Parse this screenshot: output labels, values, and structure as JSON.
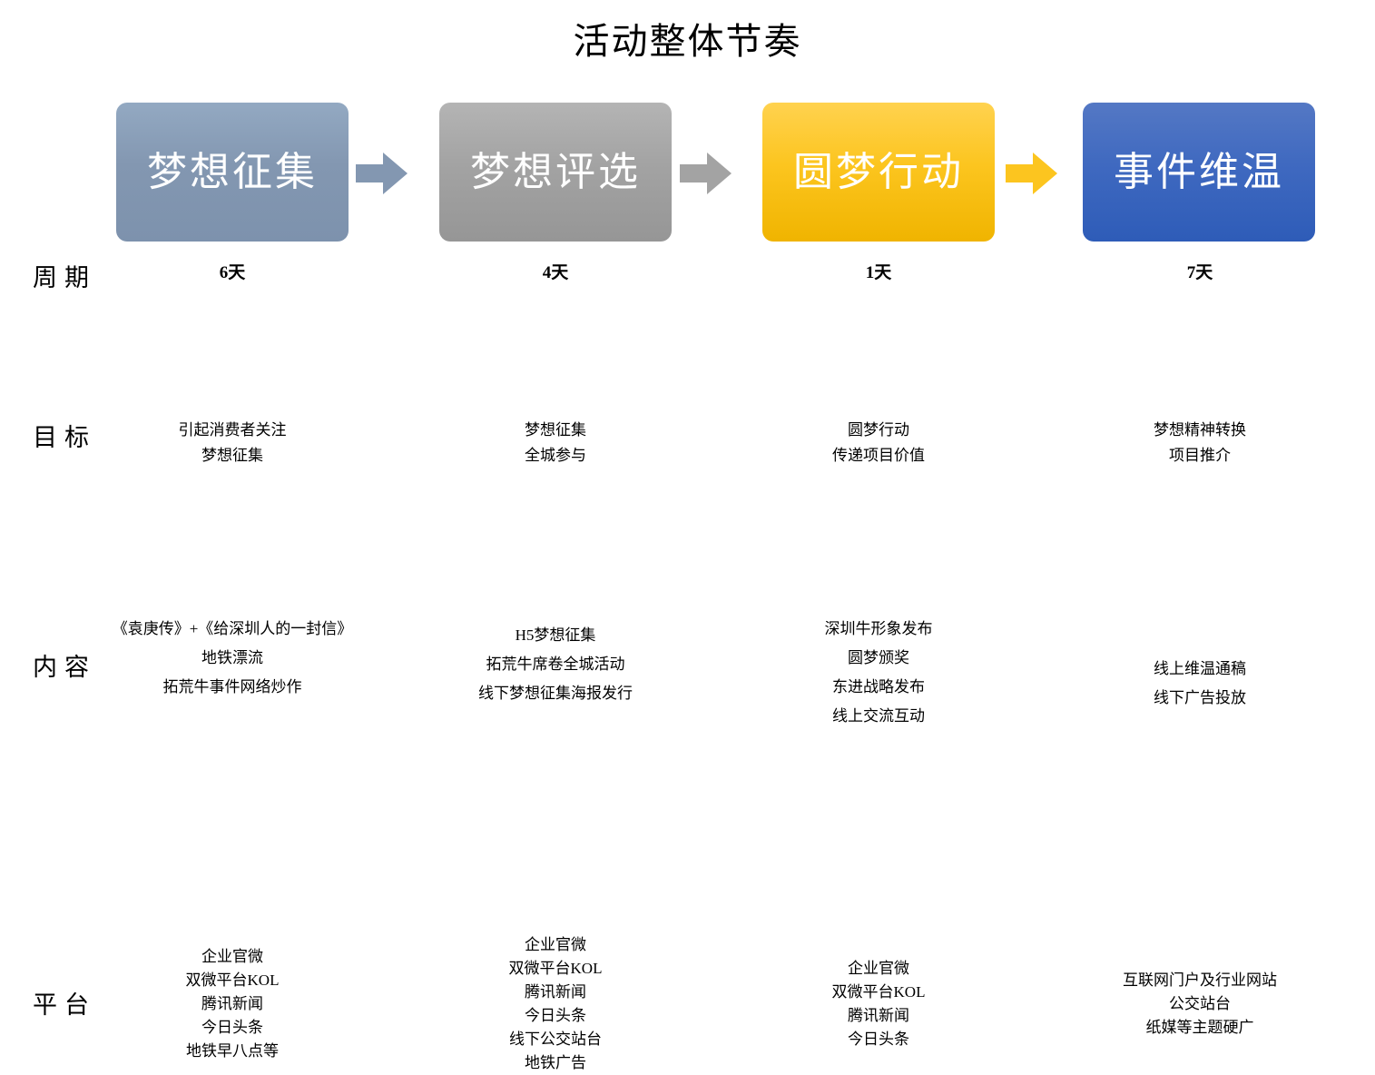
{
  "slide": {
    "title": "活动整体节奏"
  },
  "stages": [
    {
      "label": "梦想征集",
      "color": "#8397b1",
      "arrow_color": "#8397b1",
      "arrow_icon": "right-block-arrow-icon"
    },
    {
      "label": "梦想评选",
      "color": "#a3a3a3",
      "arrow_color": "#a3a3a3",
      "arrow_icon": "right-block-arrow-icon"
    },
    {
      "label": "圆梦行动",
      "color": "#fcc51f",
      "arrow_color": "#fcc51f",
      "arrow_icon": "right-block-arrow-icon"
    },
    {
      "label": "事件维温",
      "color": "#3f69c0",
      "arrow_color": "",
      "arrow_icon": ""
    }
  ],
  "rows": [
    {
      "key": "period",
      "label": "周期",
      "cells": [
        "6天",
        "4天",
        "1天",
        "7天"
      ]
    },
    {
      "key": "goal",
      "label": "目标",
      "cells": [
        "引起消费者关注\n梦想征集",
        "梦想征集\n全城参与",
        "圆梦行动\n传递项目价值",
        "梦想精神转换\n项目推介"
      ]
    },
    {
      "key": "content",
      "label": "内容",
      "cells": [
        "《袁庚传》+《给深圳人的一封信》地铁漂流\n拓荒牛事件网络炒作",
        "H5梦想征集\n拓荒牛席卷全城活动\n线下梦想征集海报发行",
        "深圳牛形象发布\n圆梦颁奖\n东进战略发布\n线上交流互动",
        "线上维温通稿\n线下广告投放"
      ]
    },
    {
      "key": "platform",
      "label": "平台",
      "cells": [
        "企业官微\n双微平台KOL\n腾讯新闻\n今日头条\n地铁早八点等",
        "企业官微\n双微平台KOL\n腾讯新闻\n今日头条\n线下公交站台\n地铁广告",
        "企业官微\n双微平台KOL\n腾讯新闻\n今日头条",
        "互联网门户及行业网站\n公交站台\n纸媒等主题硬广"
      ]
    }
  ]
}
